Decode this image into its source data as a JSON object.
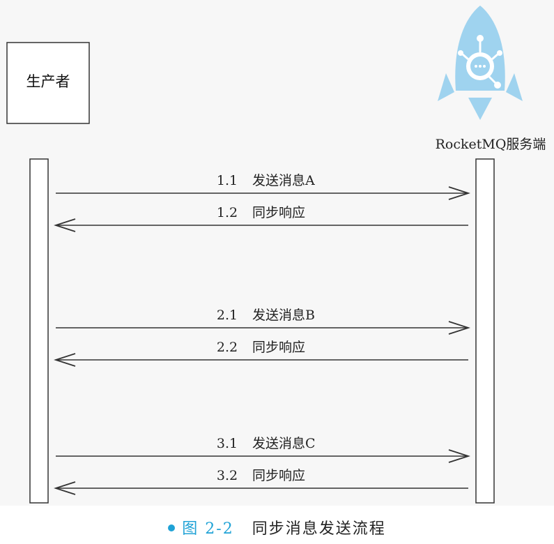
{
  "participants": {
    "producer": "生产者",
    "server": "RocketMQ服务端"
  },
  "messages": [
    {
      "step": "1.1",
      "text": "发送消息A",
      "direction": "request"
    },
    {
      "step": "1.2",
      "text": "同步响应",
      "direction": "response"
    },
    {
      "step": "2.1",
      "text": "发送消息B",
      "direction": "request"
    },
    {
      "step": "2.2",
      "text": "同步响应",
      "direction": "response"
    },
    {
      "step": "3.1",
      "text": "发送消息C",
      "direction": "request"
    },
    {
      "step": "3.2",
      "text": "同步响应",
      "direction": "response"
    }
  ],
  "caption": {
    "label": "图 2-2",
    "title": "同步消息发送流程"
  },
  "colors": {
    "logo": "#9fd3ef",
    "caption_accent": "#1fa2d6",
    "line": "#333333"
  },
  "icons": {
    "server_logo": "rocket-icon"
  }
}
